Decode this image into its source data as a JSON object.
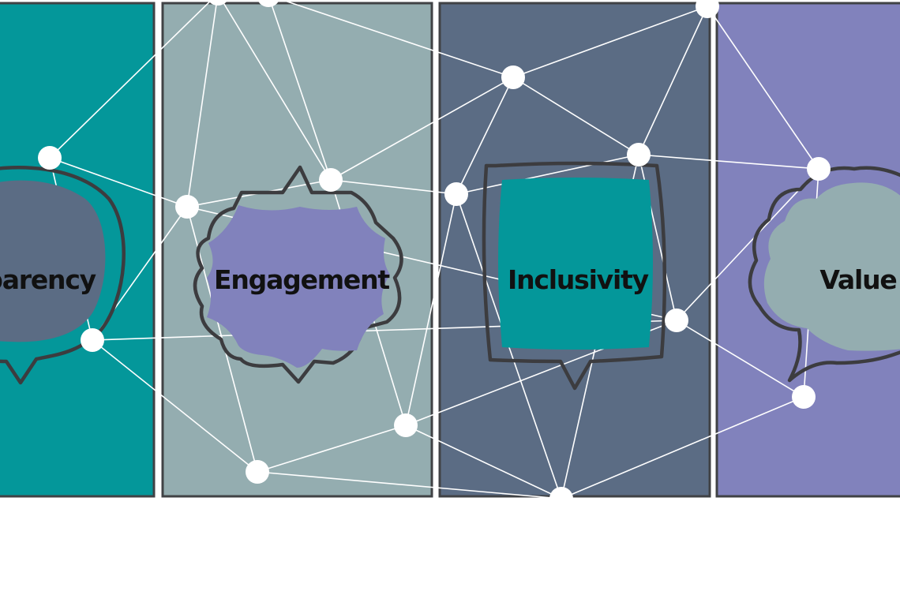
{
  "colors": {
    "teal": "#04979a",
    "sage": "#94adb0",
    "slate": "#5b6c84",
    "lavender": "#8182bc",
    "outline": "#3c3c3f",
    "network": "#ffffff",
    "label": "#111111"
  },
  "panels": [
    {
      "id": "transparency",
      "label": "Transparency",
      "panel_color": "#04979a",
      "bubble_color": "#5b6c84",
      "bubble_shape": "round-speech-bubble"
    },
    {
      "id": "engagement",
      "label": "Engagement",
      "panel_color": "#94adb0",
      "bubble_color": "#8182bc",
      "bubble_shape": "starburst-bubble"
    },
    {
      "id": "inclusivity",
      "label": "Inclusivity",
      "panel_color": "#5b6c84",
      "bubble_color": "#04979a",
      "bubble_shape": "square-speech-bubble"
    },
    {
      "id": "value",
      "label": "Value",
      "panel_color": "#8182bc",
      "bubble_color": "#94adb0",
      "bubble_shape": "cloud-thought-bubble"
    }
  ]
}
